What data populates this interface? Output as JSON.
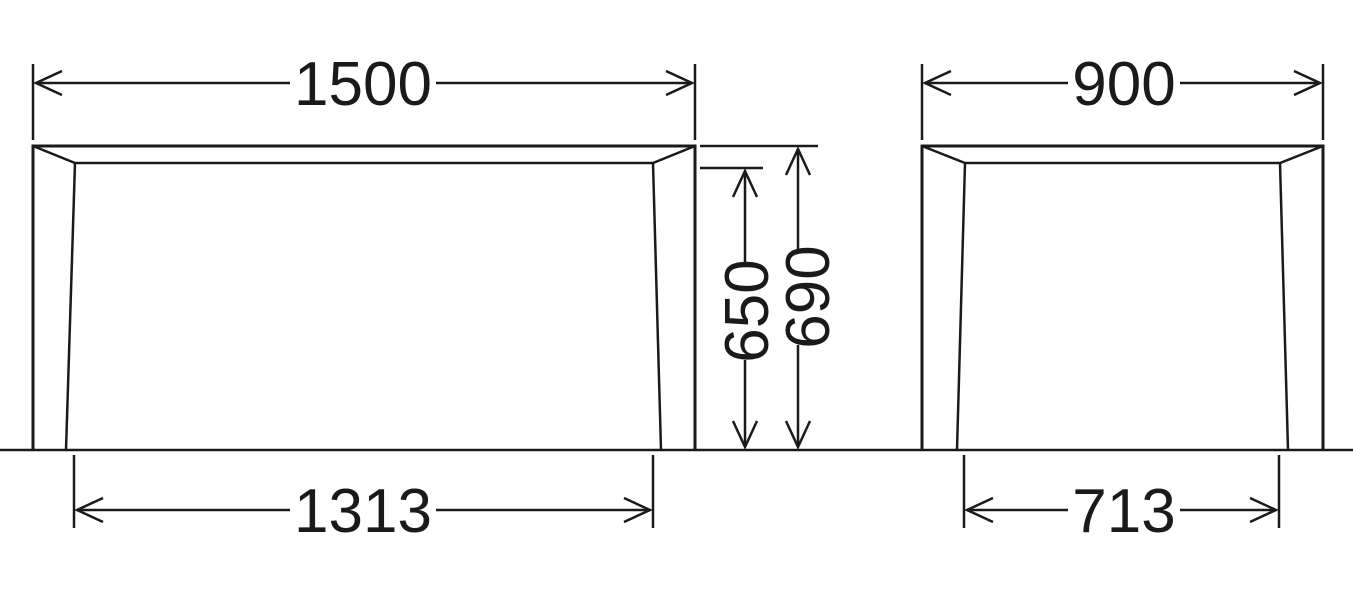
{
  "front_view": {
    "top_width": "1500",
    "base_width": "1313",
    "height_to_apron": "650",
    "total_height": "690"
  },
  "side_view": {
    "top_width": "900",
    "base_width": "713"
  },
  "colors": {
    "line": "#1a1a1a",
    "background": "#ffffff"
  }
}
